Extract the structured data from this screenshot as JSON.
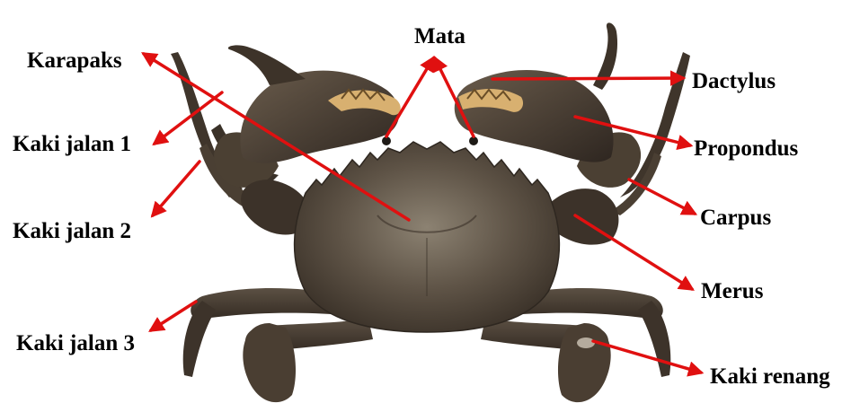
{
  "labels": {
    "mata": "Mata",
    "karapaks": "Karapaks",
    "dactylus": "Dactylus",
    "propondus": "Propondus",
    "kaki_jalan_1": "Kaki jalan 1",
    "kaki_jalan_2": "Kaki jalan 2",
    "carpus": "Carpus",
    "merus": "Merus",
    "kaki_jalan_3": "Kaki jalan 3",
    "kaki_renang": "Kaki renang"
  },
  "colors": {
    "arrow": "#e01010",
    "shell_dark": "#3a3128",
    "shell_mid": "#5e5346",
    "shell_light": "#8c8272",
    "claw_tip": "#d8b070",
    "leg": "#4a3f33",
    "background": "#ffffff"
  }
}
